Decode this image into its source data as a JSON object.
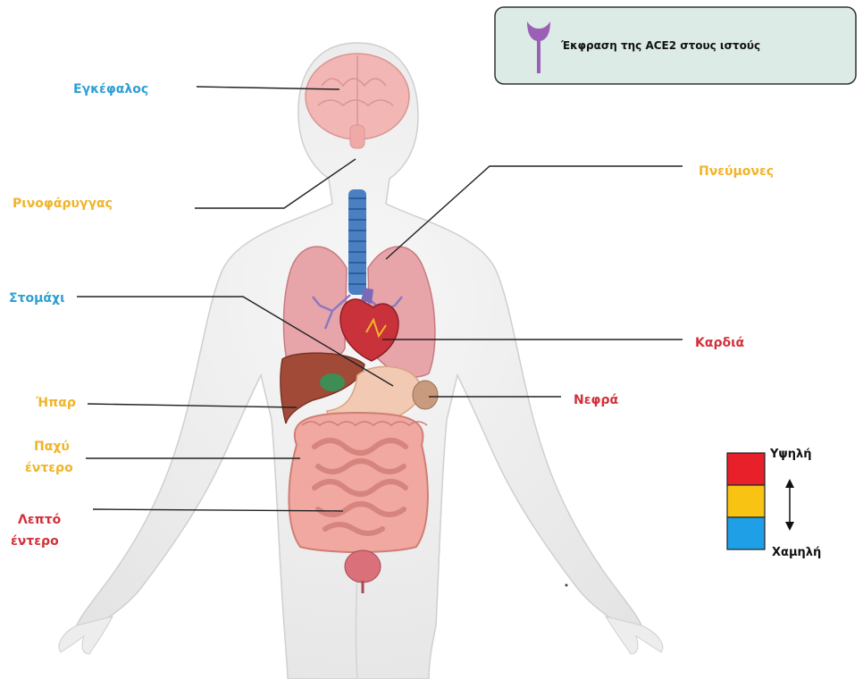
{
  "colors": {
    "blue": "#2E9FD4",
    "yellow": "#F0B429",
    "red": "#D1303A",
    "scale_high": "#E8202A",
    "scale_mid": "#F8C313",
    "scale_low": "#1E9FE6",
    "legend_bg": "#DCEBE6",
    "receptor": "#9B5FB5"
  },
  "legend": {
    "title": "Έκφραση της ACE2 στους ιστούς",
    "icon": "ace2-receptor-icon"
  },
  "labels": {
    "brain": "Εγκέφαλος",
    "nasopharynx": "Ρινοφάρυγγας",
    "lungs": "Πνεύμονες",
    "stomach": "Στομάχι",
    "heart": "Καρδιά",
    "liver": "Ήπαρ",
    "kidneys": "Νεφρά",
    "large_intestine_1": "Παχύ",
    "large_intestine_2": "έντερο",
    "small_intestine_1": "Λεπτό",
    "small_intestine_2": "έντερο"
  },
  "scale": {
    "high": "Υψηλή",
    "low": "Χαμηλή"
  }
}
